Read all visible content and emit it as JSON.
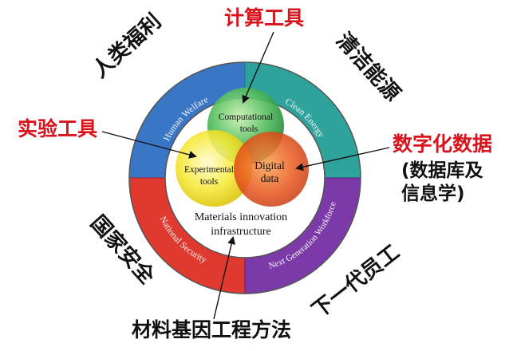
{
  "ring": {
    "top_left": "Human Welfare",
    "top_right": "Clean Energy",
    "bottom_left": "National Security",
    "bottom_right": "Next Generation Workforce",
    "colors": {
      "top_left": "#3a76c6",
      "top_right": "#2ea39b",
      "bottom_left": "#e03a30",
      "bottom_right": "#7b3aa8"
    }
  },
  "center": {
    "line1": "Materials innovation",
    "line2": "infrastructure"
  },
  "circles": {
    "computational_line1": "Computational",
    "computational_line2": "tools",
    "experimental_line1": "Experimental",
    "experimental_line2": "tools",
    "digital_line1": "Digital",
    "digital_line2": "data",
    "colors": {
      "computational": "#2aa84a",
      "experimental": "#f0e020",
      "digital": "#e8501c"
    }
  },
  "labels": {
    "computational_tools_cn": "计算工具",
    "experimental_tools_cn": "实验工具",
    "digital_data_cn": "数字化数据",
    "digital_data_sub1_cn": "(数据库及",
    "digital_data_sub2_cn": "信息学)",
    "human_welfare_cn": "人类福利",
    "clean_energy_cn": "清洁能源",
    "national_security_cn": "国家安全",
    "next_gen_workforce_cn": "下一代员工",
    "mgi_cn": "材料基因工程方法"
  }
}
